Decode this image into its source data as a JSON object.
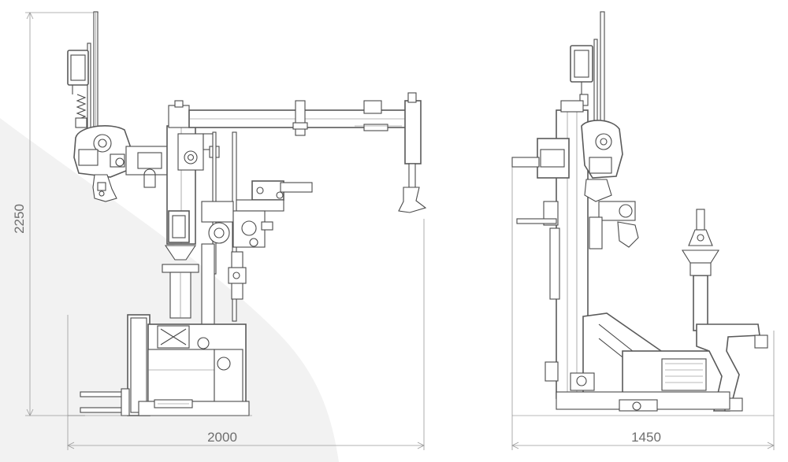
{
  "dimensions": {
    "height_label": "2250",
    "width_front_label": "2000",
    "width_side_label": "1450"
  },
  "colors": {
    "line": "#4a4a4a",
    "dimension_line": "#9a9a9a",
    "dimension_text": "#6e6e6e",
    "background_shade": "#f1f1f1"
  }
}
